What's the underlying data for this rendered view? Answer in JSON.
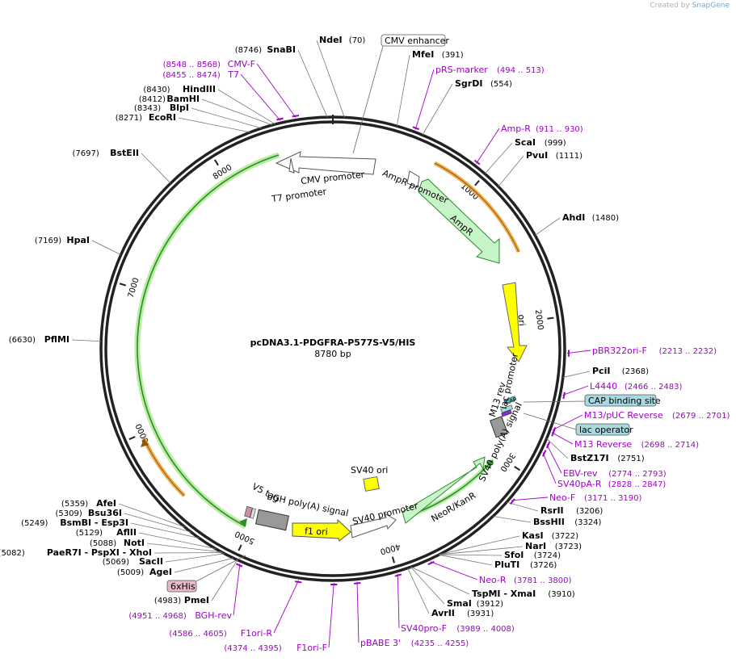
{
  "credit": {
    "prefix": "Created by",
    "brand": "SnapGene"
  },
  "plasmid": {
    "name": "pcDNA3.1-PDGFRA-P577S-V5/HIS",
    "size_label": "8780 bp",
    "length": 8780
  },
  "ticks": [
    {
      "pos": 1000,
      "label": "1000"
    },
    {
      "pos": 2000,
      "label": "2000"
    },
    {
      "pos": 3000,
      "label": "3000"
    },
    {
      "pos": 4000,
      "label": "4000"
    },
    {
      "pos": 5000,
      "label": "5000"
    },
    {
      "pos": 6000,
      "label": "6000"
    },
    {
      "pos": 7000,
      "label": "7000"
    },
    {
      "pos": 8000,
      "label": "8000"
    }
  ],
  "sites": [
    {
      "name": "NdeI",
      "pos_text": "(70)",
      "pos": 70
    },
    {
      "name": "MfeI",
      "pos_text": "(391)",
      "pos": 391
    },
    {
      "name": "SgrDI",
      "pos_text": "(554)",
      "pos": 554
    },
    {
      "name": "ScaI",
      "pos_text": "(999)",
      "pos": 999
    },
    {
      "name": "PvuI",
      "pos_text": "(1111)",
      "pos": 1111
    },
    {
      "name": "AhdI",
      "pos_text": "(1480)",
      "pos": 1480
    },
    {
      "name": "PciI",
      "pos_text": "(2368)",
      "pos": 2368
    },
    {
      "name": "BstZ17I",
      "pos_text": "(2751)",
      "pos": 2751
    },
    {
      "name": "RsrII",
      "pos_text": "(3206)",
      "pos": 3206
    },
    {
      "name": "BssHII",
      "pos_text": "(3324)",
      "pos": 3324
    },
    {
      "name": "KasI",
      "pos_text": "(3722)",
      "pos": 3722
    },
    {
      "name": "NarI",
      "pos_text": "(3723)",
      "pos": 3723
    },
    {
      "name": "SfoI",
      "pos_text": "(3724)",
      "pos": 3724
    },
    {
      "name": "PluTI",
      "pos_text": "(3726)",
      "pos": 3726
    },
    {
      "name": "TspMI - XmaI",
      "pos_text": "(3910)",
      "pos": 3910
    },
    {
      "name": "SmaI",
      "pos_text": "(3912)",
      "pos": 3912
    },
    {
      "name": "AvrII",
      "pos_text": "(3931)",
      "pos": 3931
    },
    {
      "name": "PmeI",
      "pos_text": "(4983)",
      "pos": 4983
    },
    {
      "name": "AgeI",
      "pos_text": "(5009)",
      "pos": 5009
    },
    {
      "name": "SacII",
      "pos_text": "(5069)",
      "pos": 5069
    },
    {
      "name": "PaeR7I - PspXI - XhoI",
      "pos_text": "(5082)",
      "pos": 5082
    },
    {
      "name": "AflII",
      "pos_text": "(5129)",
      "pos": 5129
    },
    {
      "name": "NotI",
      "pos_text": "(5088)",
      "pos": 5088
    },
    {
      "name": "BsmBI - Esp3I",
      "pos_text": "(5249)",
      "pos": 5249
    },
    {
      "name": "Bsu36I",
      "pos_text": "(5309)",
      "pos": 5309
    },
    {
      "name": "AfeI",
      "pos_text": "(5359)",
      "pos": 5359
    },
    {
      "name": "PflMI",
      "pos_text": "(6630)",
      "pos": 6630
    },
    {
      "name": "HpaI",
      "pos_text": "(7169)",
      "pos": 7169
    },
    {
      "name": "BstEII",
      "pos_text": "(7697)",
      "pos": 7697
    },
    {
      "name": "EcoRI",
      "pos_text": "(8271)",
      "pos": 8271
    },
    {
      "name": "BlpI",
      "pos_text": "(8343)",
      "pos": 8343
    },
    {
      "name": "BamHI",
      "pos_text": "(8412)",
      "pos": 8412
    },
    {
      "name": "HindIII",
      "pos_text": "(8430)",
      "pos": 8430
    },
    {
      "name": "SnaBI",
      "pos_text": "(8746)",
      "pos": 8746
    }
  ],
  "primers": [
    {
      "name": "pRS-marker",
      "range": "(494 .. 513)",
      "pos": 503
    },
    {
      "name": "Amp-R",
      "range": "(911 .. 930)",
      "pos": 920
    },
    {
      "name": "pBR322ori-F",
      "range": "(2213 .. 2232)",
      "pos": 2222
    },
    {
      "name": "L4440",
      "range": "(2466 .. 2483)",
      "pos": 2474
    },
    {
      "name": "M13/pUC Reverse",
      "range": "(2679 .. 2701)",
      "pos": 2690
    },
    {
      "name": "M13 Reverse",
      "range": "(2698 .. 2714)",
      "pos": 2706
    },
    {
      "name": "EBV-rev",
      "range": "(2774 .. 2793)",
      "pos": 2783
    },
    {
      "name": "SV40pA-R",
      "range": "(2828 .. 2847)",
      "pos": 2837
    },
    {
      "name": "Neo-F",
      "range": "(3171 .. 3190)",
      "pos": 3180
    },
    {
      "name": "Neo-R",
      "range": "(3781 .. 3800)",
      "pos": 3790
    },
    {
      "name": "SV40pro-F",
      "range": "(3989 .. 4008)",
      "pos": 3998
    },
    {
      "name": "pBABE 3'",
      "range": "(4235 .. 4255)",
      "pos": 4245
    },
    {
      "name": "F1ori-F",
      "range": "(4374 .. 4395)",
      "pos": 4384
    },
    {
      "name": "F1ori-R",
      "range": "(4586 .. 4605)",
      "pos": 4595
    },
    {
      "name": "BGH-rev",
      "range": "(4951 .. 4968)",
      "pos": 4960
    },
    {
      "name": "T7",
      "range": "(8455 .. 8474)",
      "pos": 8464
    },
    {
      "name": "CMV-F",
      "range": "(8548 .. 8568)",
      "pos": 8558
    }
  ],
  "boxed_features": [
    {
      "name": "CMV enhancer",
      "kind": "white"
    },
    {
      "name": "CAP binding site",
      "kind": "blue"
    },
    {
      "name": "lac operator",
      "kind": "blue"
    },
    {
      "name": "6xHis",
      "kind": "pink"
    }
  ],
  "inner_labels": {
    "cmv_promoter": "CMV promoter",
    "t7_promoter": "T7 promoter",
    "ampr_promoter": "AmpR promoter",
    "ampr": "AmpR",
    "ori": "ori",
    "lac_promoter": "lac promoter",
    "m13_rev": "M13 rev",
    "cap_small": "CAP",
    "sv40pa": "SV40 poly(A) signal",
    "neokanr": "NeoR/KanR",
    "sv40_promoter": "SV40 promoter",
    "sv40_ori": "SV40 ori",
    "f1_ori": "f1 ori",
    "bgh": "bGH poly(A) signal",
    "v5": "V5 tag"
  },
  "colors": {
    "backbone": "#222222",
    "primer": "#a000c8",
    "orf_fill": "#c8f5c8",
    "orf_stroke": "#2a8a2a",
    "ori_fill": "#ffff00",
    "promoter_fill": "#ffffff",
    "orange_arc": "#f0a030",
    "green_arc": "#2e8b2e",
    "blue_box": "#a8d8e0",
    "pink_box": "#e8b8c8"
  }
}
